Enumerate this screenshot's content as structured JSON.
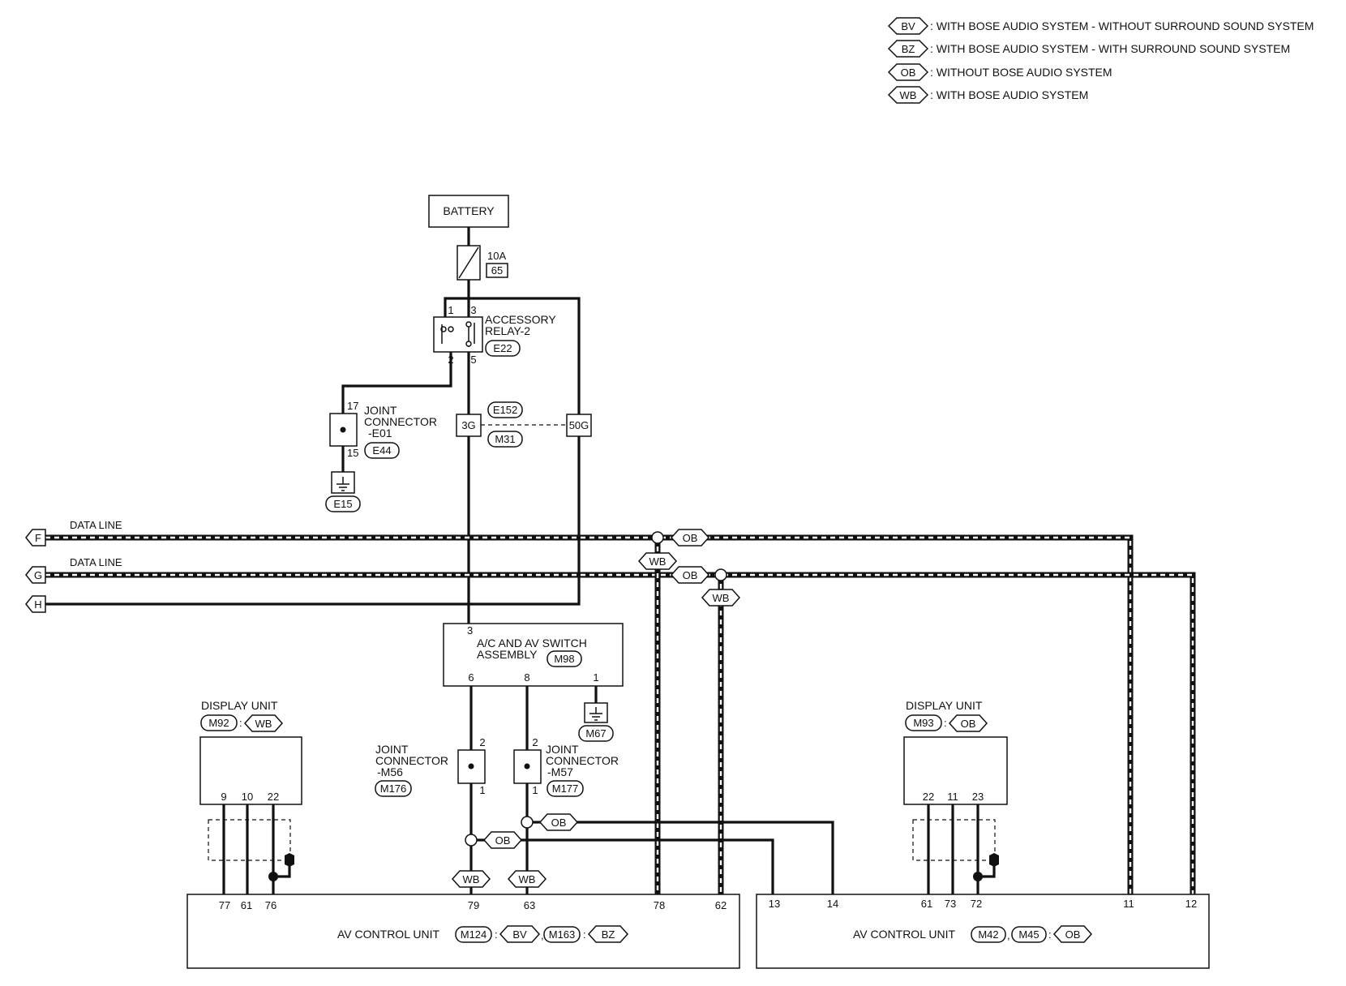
{
  "legend": [
    {
      "code": "BV",
      "text": ": WITH BOSE AUDIO SYSTEM - WITHOUT SURROUND SOUND SYSTEM"
    },
    {
      "code": "BZ",
      "text": ": WITH BOSE AUDIO SYSTEM - WITH SURROUND SOUND SYSTEM"
    },
    {
      "code": "OB",
      "text": ": WITHOUT BOSE AUDIO SYSTEM"
    },
    {
      "code": "WB",
      "text": ": WITH BOSE AUDIO SYSTEM"
    }
  ],
  "battery": {
    "label": "BATTERY"
  },
  "fuse": {
    "rating": "10A",
    "number": "65"
  },
  "relay": {
    "line1": "ACCESSORY",
    "line2": "RELAY-2",
    "connector": "E22",
    "pins": [
      "1",
      "3",
      "2",
      "5"
    ]
  },
  "joint_e01": {
    "line1": "JOINT",
    "line2": "CONNECTOR",
    "line3": "-E01",
    "connector": "E44",
    "pin_top": "17",
    "pin_bottom": "15"
  },
  "ground_e15": {
    "connector": "E15"
  },
  "harness": {
    "left_pin": "3G",
    "right_pin": "50G",
    "conn_top": "E152",
    "conn_bottom": "M31"
  },
  "data_lines": [
    {
      "arrow": "F",
      "label": "DATA LINE"
    },
    {
      "arrow": "G",
      "label": "DATA LINE"
    },
    {
      "arrow": "H",
      "label": ""
    }
  ],
  "switch_assembly": {
    "line1": "A/C AND AV SWITCH",
    "line2": "ASSEMBLY",
    "connector": "M98",
    "pins": [
      "3",
      "6",
      "8",
      "1"
    ]
  },
  "ground_m67": {
    "connector": "M67"
  },
  "joint_m56": {
    "line1": "JOINT",
    "line2": "CONNECTOR",
    "line3": "-M56",
    "connector": "M176",
    "pin_top": "2",
    "pin_bottom": "1"
  },
  "joint_m57": {
    "line1": "JOINT",
    "line2": "CONNECTOR",
    "line3": "-M57",
    "connector": "M177",
    "pin_top": "2",
    "pin_bottom": "1"
  },
  "display_left": {
    "label": "DISPLAY UNIT",
    "connector": "M92",
    "sep": ":",
    "variant": "WB",
    "pins": [
      "9",
      "10",
      "22"
    ]
  },
  "display_right": {
    "label": "DISPLAY UNIT",
    "connector": "M93",
    "sep": ":",
    "variant": "OB",
    "pins": [
      "22",
      "11",
      "23"
    ]
  },
  "av_left": {
    "label": "AV CONTROL UNIT",
    "conn1": "M124",
    "variant1": "BV",
    "conn2": "M163",
    "variant2": "BZ",
    "sep": ":",
    "comma": ",",
    "pins": [
      "77",
      "61",
      "76",
      "79",
      "63",
      "78",
      "62"
    ]
  },
  "av_right": {
    "label": "AV CONTROL UNIT",
    "conn1": "M42",
    "conn2": "M45",
    "variant": "OB",
    "sep": ":",
    "comma": ",",
    "pins": [
      "13",
      "14",
      "61",
      "73",
      "72",
      "11",
      "12"
    ]
  },
  "tags": {
    "ob": "OB",
    "wb": "WB"
  }
}
